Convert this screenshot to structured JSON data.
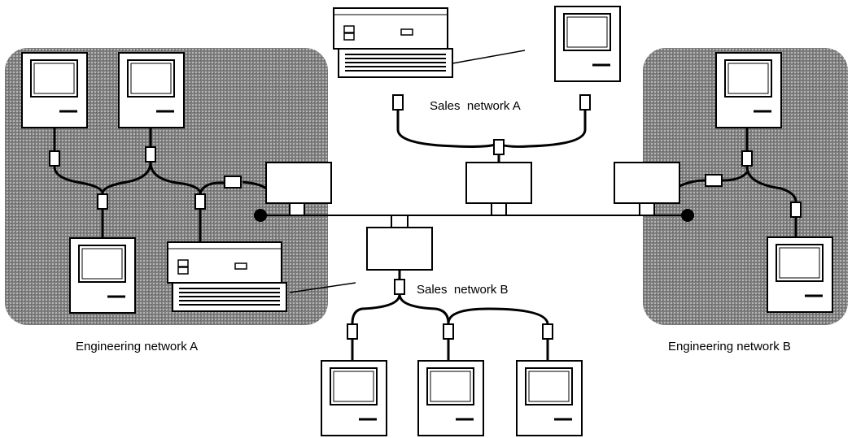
{
  "labels": {
    "sales_a": "Sales  network A",
    "sales_b": "Sales  network B",
    "eng_a": "Engineering network A",
    "eng_b": "Engineering network B"
  },
  "colors": {
    "zone_fill": "#8a8a8a",
    "line": "#000000",
    "device_fill": "#ffffff"
  },
  "icons": {
    "computer": "macintosh-computer-icon",
    "printer": "laserwriter-printer-icon",
    "connector": "network-connector-icon",
    "bridge": "bridge-box-icon",
    "terminator": "bus-terminator-icon"
  }
}
